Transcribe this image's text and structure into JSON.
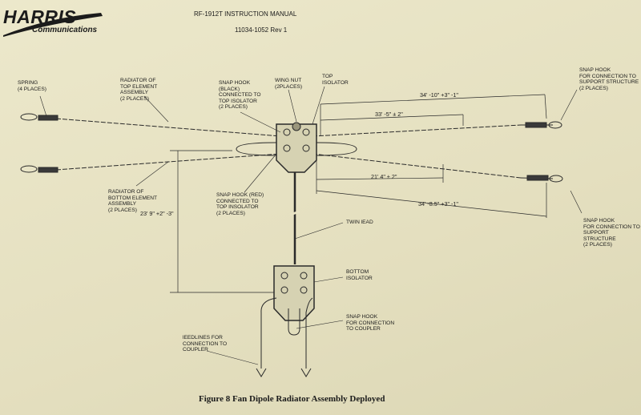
{
  "header": {
    "brand": "HARRIS",
    "brand_sub": "Communications",
    "manual_title": "RF-1912T INSTRUCTION MANUAL",
    "doc_number": "11034-1052 Rev 1"
  },
  "labels": {
    "spring": "SPRING\n(4 PLACES)",
    "radiator_top": "RADIATOR OF\nTOP ELEMENT\nASSEMBLY\n(2 PLACES)",
    "snap_hook_black": "SNAP HOOK\n(BLACK)\nCONNECTED TO\nTOP ISOLATOR\n(2 PLACES)",
    "wing_nut": "WING NUT\n(2PLACES)",
    "top_isolator": "TOP\nISOLATOR",
    "snap_hook_support_top": "SNAP HOOK\nFOR CONNECTION TO\nSUPPORT STRUCTURE\n(2 PLACES)",
    "radiator_bottom": "RADIATOR OF\nBOTTOM ELEMENT\nASSEMBLY\n(2 PLACES)",
    "snap_hook_red": "SNAP HOOK (RED)\nCONNECTED TO\nTOP INSOLATOR\n(2 PLACES)",
    "snap_hook_support_bottom": "SNAP HOOK\nFOR CONNECTION TO\nSUPPORT STRUCTURE\n(2 PLACES)",
    "twin_lead": "TWIN lEAD",
    "bottom_isolator": "BOTTOM\nISOLATOR",
    "snap_hook_coupler": "SNAP HOOK\nFOR CONNECTION\nTO COUPLER",
    "feedlines": "lEEDLINES FOR\nCONNECTION TO\nCOUPLER"
  },
  "dimensions": {
    "top_outer": "34' -10\" +3\" -1\"",
    "top_inner": "33' -5\" ± 2\"",
    "bottom_inner": "21' 4\" ± 2\"",
    "bottom_outer": "34' -8.5\" +3\" -1\"",
    "vertical": "23' 9\" +2\" -3\""
  },
  "caption": "Figure 8    Fan Dipole Radiator Assembly Deployed"
}
